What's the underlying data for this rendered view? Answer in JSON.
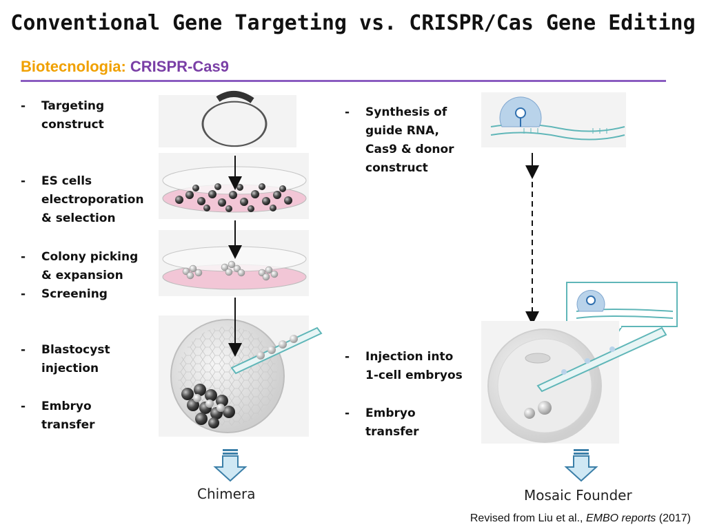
{
  "title": "Conventional Gene Targeting vs. CRISPR/Cas Gene Editing",
  "subtitle": {
    "part1": "Biotecnologia:",
    "part2": "CRISPR-Cas9"
  },
  "left_steps": [
    {
      "dash": "-",
      "text": "Targeting construct"
    },
    {
      "dash": "-",
      "text": "ES cells electroporation & selection"
    },
    {
      "dash": "-",
      "text": "Colony picking & expansion"
    },
    {
      "dash": "-",
      "text": "Screening"
    },
    {
      "dash": "-",
      "text": "Blastocyst injection"
    },
    {
      "dash": "-",
      "text": "Embryo transfer"
    }
  ],
  "right_steps": [
    {
      "dash": "-",
      "text": "Synthesis of guide RNA, Cas9 & donor construct"
    },
    {
      "dash": "-",
      "text": "Injection into 1-cell embryos"
    },
    {
      "dash": "-",
      "text": "Embryo transfer"
    }
  ],
  "outcomes": {
    "left": "Chimera",
    "right": "Mosaic Founder"
  },
  "credit": {
    "prefix": "Revised from Liu et al.,",
    "journal": "EMBO reports",
    "year": "(2017)"
  },
  "colors": {
    "title": "#111111",
    "subtitle_prefix": "#f0a000",
    "subtitle_main": "#7a3fa6",
    "rule": "#8a5cc0",
    "arrow_fill": "#cfe8f4",
    "arrow_stroke": "#3b7fa8",
    "teal": "#5fb6b8",
    "dish_pink": "#f2c6d6"
  }
}
